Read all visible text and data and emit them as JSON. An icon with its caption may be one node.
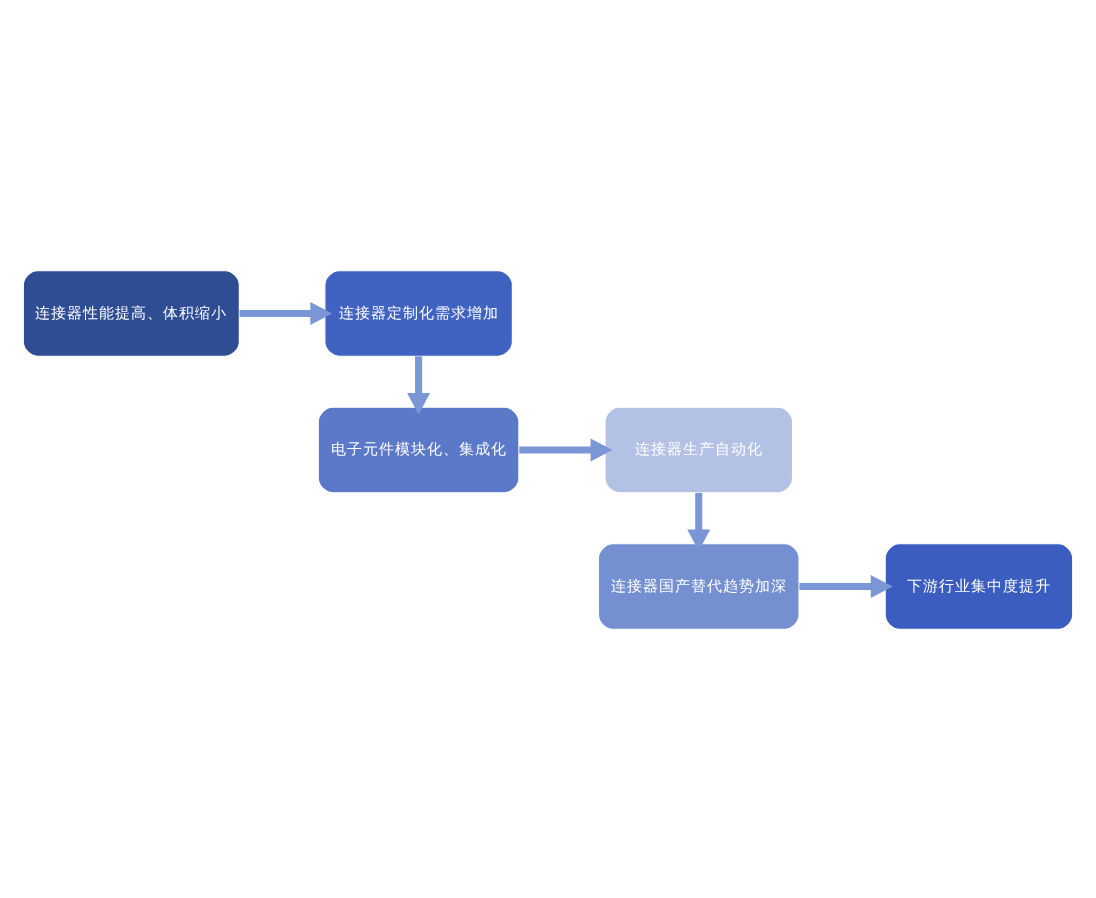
{
  "diagram": {
    "nodes": [
      {
        "text": [
          "连接器性能提高、体积缩小"
        ]
      },
      {
        "text": [
          "连接器定制化需求增加"
        ]
      },
      {
        "text": [
          "电子元件模块化、集成化"
        ]
      },
      {
        "text": [
          "连接器生产自动化"
        ]
      },
      {
        "text": [
          "连接器国产替代趋势加深"
        ]
      },
      {
        "text": [
          "下游行业集中度提升"
        ]
      }
    ],
    "edges": [
      {
        "from": 0,
        "to": 1,
        "arrow": "to"
      },
      {
        "from": 1,
        "to": 2,
        "arrow": "to"
      },
      {
        "from": 2,
        "to": 3,
        "arrow": "to"
      },
      {
        "from": 3,
        "to": 4,
        "arrow": "to"
      },
      {
        "from": 4,
        "to": 5,
        "arrow": "to"
      }
    ]
  }
}
